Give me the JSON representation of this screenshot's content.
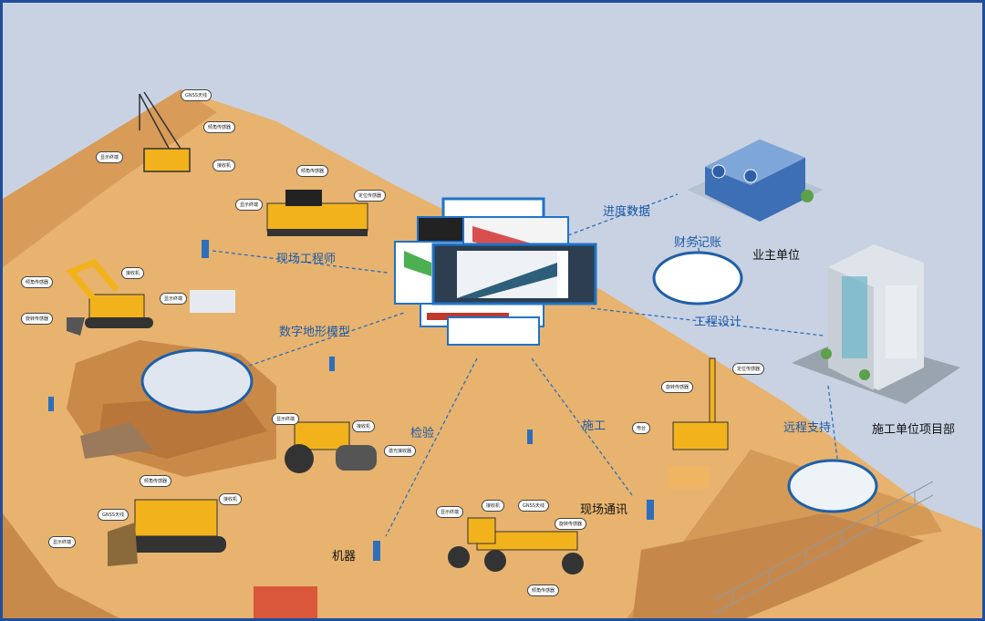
{
  "labels": {
    "progress_data": "进度数据",
    "financial_accounting": "财务记账",
    "owner_unit": "业主单位",
    "engineering_design": "工程设计",
    "remote_support": "远程支持",
    "contractor_project_dept": "施工单位项目部",
    "site_engineer": "现场工程师",
    "digital_terrain_model": "数字地形模型",
    "inspection": "检验",
    "construction": "施工",
    "site_communication": "现场通讯",
    "machine": "机器"
  },
  "device_labels": {
    "gnss_antenna": "GNSS天线",
    "display_terminal": "显示终端",
    "receiver": "接收机",
    "tilt_sensor": "倾角传感器",
    "rotation_sensor": "旋转传感器",
    "laser_receiver": "激光接收器",
    "radio": "电台",
    "positioning_sensor": "定位传感器"
  },
  "colors": {
    "background": "#c9d2e2",
    "border": "#1f4f9c",
    "ground": "#e5b06c",
    "ground_light": "#eebf82",
    "ground_dark": "#b87a3d",
    "dashed_line": "#2e6fbb",
    "label_blue": "#1d5aa8",
    "machine_yellow": "#f2b21c"
  }
}
